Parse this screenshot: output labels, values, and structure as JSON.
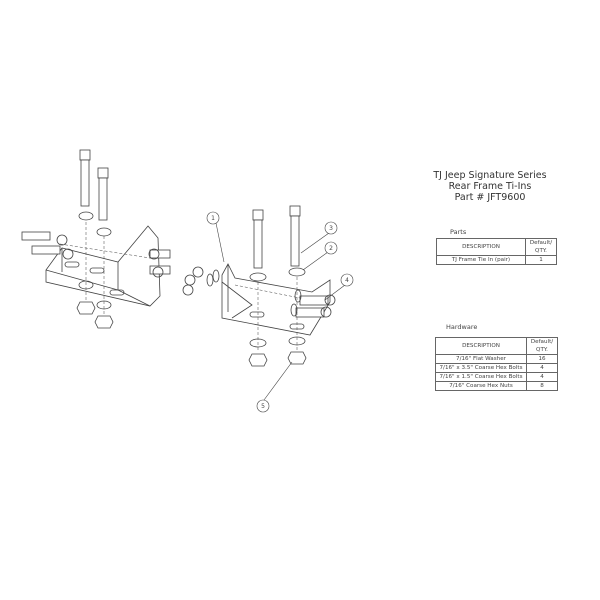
{
  "title": {
    "line1": "TJ Jeep Signature Series",
    "line2": "Rear Frame Ti-Ins",
    "line3": "Part # JFT9600"
  },
  "parts": {
    "caption": "Parts",
    "headers": {
      "description": "DESCRIPTION",
      "qty": "Default/ QTY."
    },
    "rows": [
      {
        "description": "TJ Frame Tie In (pair)",
        "qty": "1"
      }
    ]
  },
  "hardware": {
    "caption": "Hardware",
    "headers": {
      "description": "DESCRIPTION",
      "qty": "Default/ QTY."
    },
    "rows": [
      {
        "description": "7/16\" Flat Washer",
        "qty": "16"
      },
      {
        "description": "7/16\" x 3.5\" Coarse Hex Bolts",
        "qty": "4"
      },
      {
        "description": "7/16\" x 1.5\" Coarse Hex Bolts",
        "qty": "4"
      },
      {
        "description": "7/16\" Coarse Hex Nuts",
        "qty": "8"
      }
    ]
  },
  "callouts": [
    "1",
    "2",
    "3",
    "4",
    "5"
  ]
}
